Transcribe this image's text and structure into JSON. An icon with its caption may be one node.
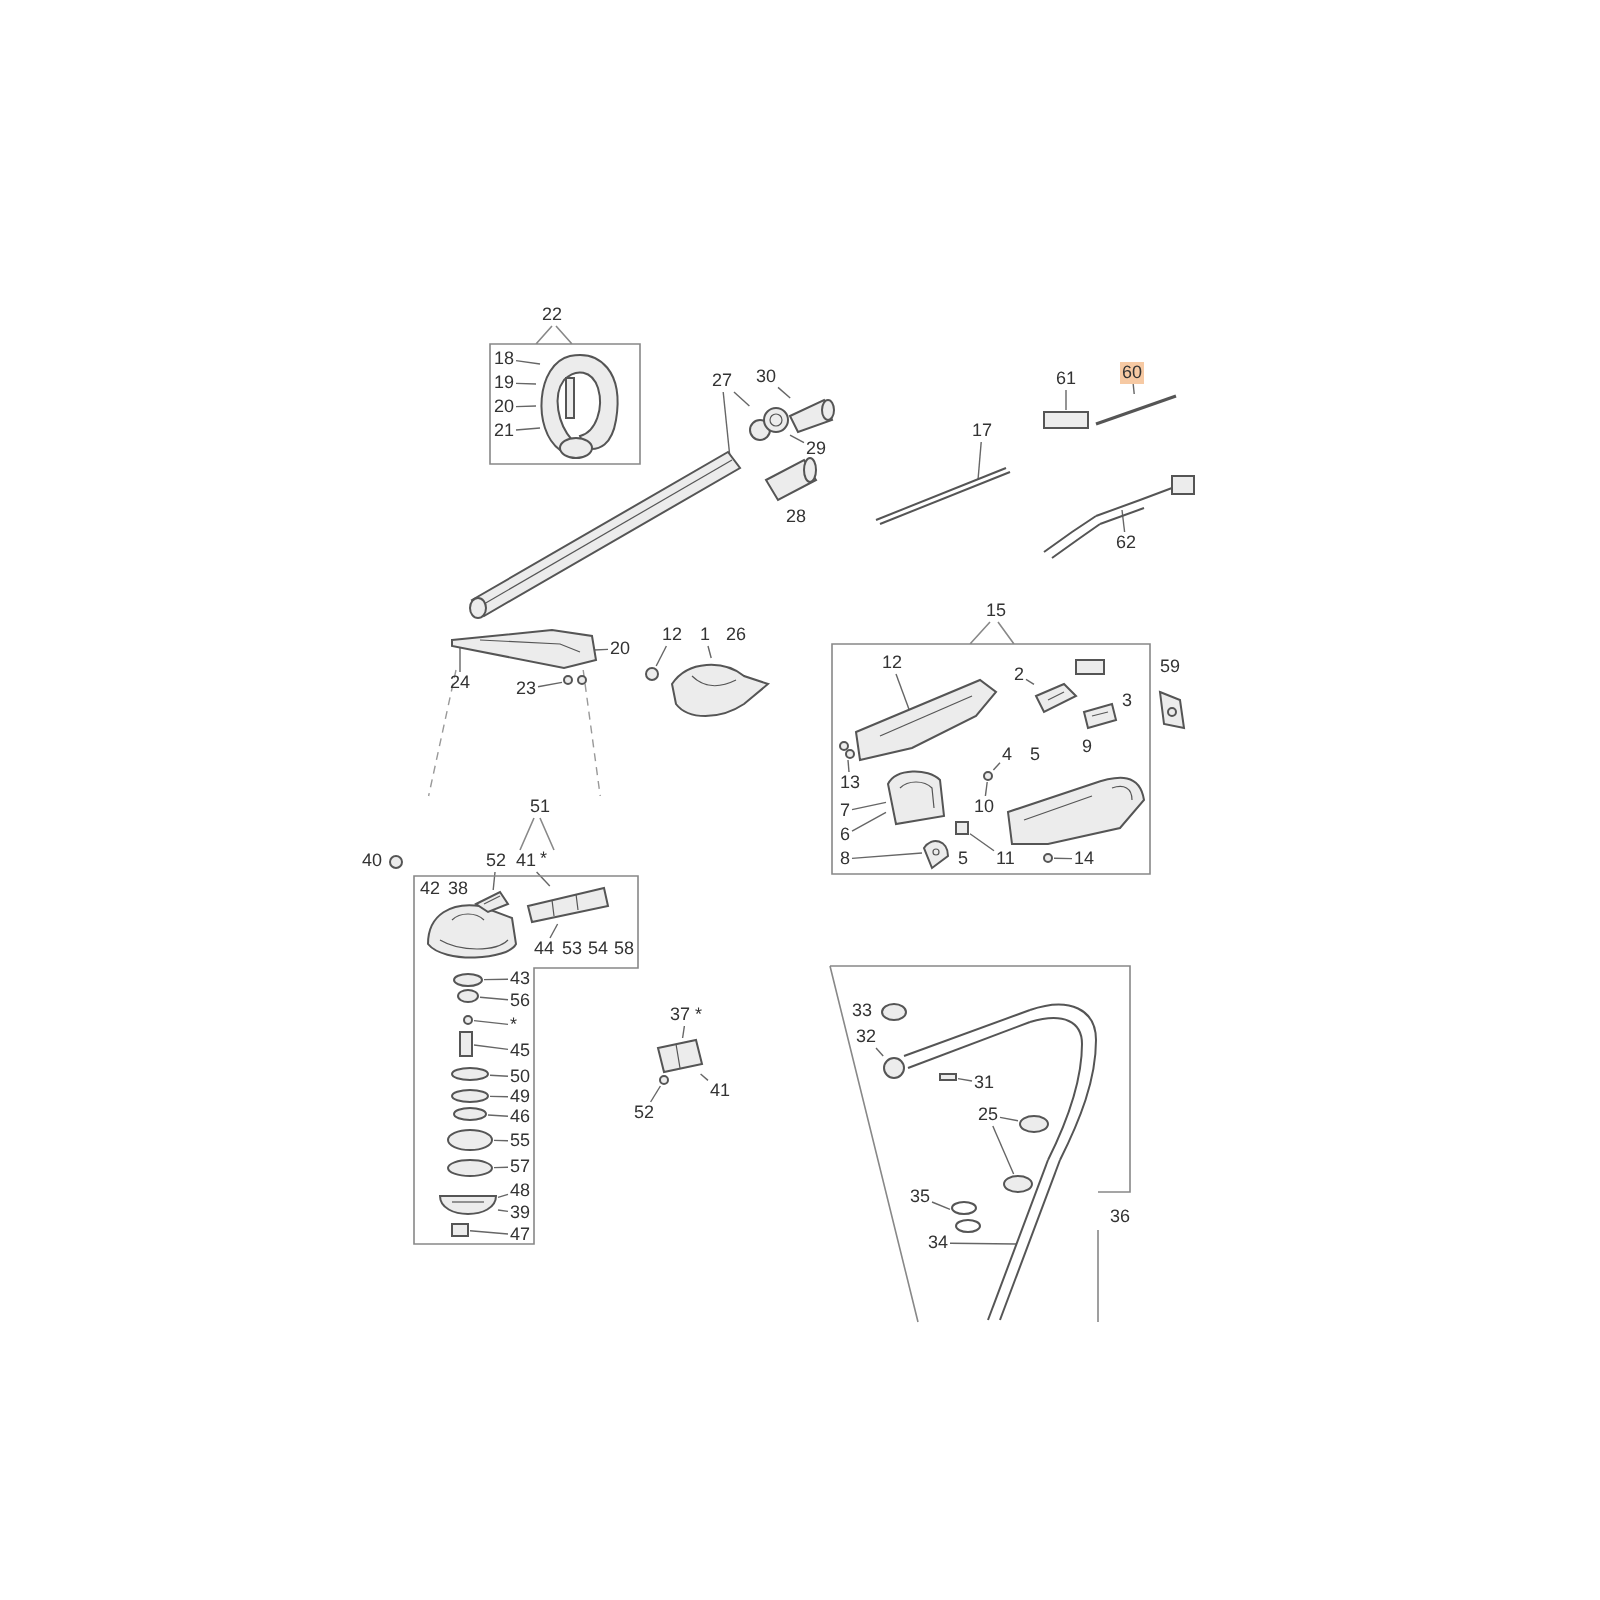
{
  "diagram": {
    "nodes": [
      {
        "text": [
          "22"
        ]
      },
      {
        "text": [
          "18"
        ],
        "in": 0
      },
      {
        "text": [
          "19"
        ],
        "in": 0
      },
      {
        "text": [
          "20"
        ],
        "in": 0
      },
      {
        "text": [
          "21"
        ],
        "in": 0
      },
      {
        "text": [
          "27"
        ]
      },
      {
        "text": [
          "30"
        ]
      },
      {
        "text": [
          "29"
        ]
      },
      {
        "text": [
          "28"
        ]
      },
      {
        "text": [
          "12"
        ]
      },
      {
        "text": [
          "1"
        ]
      },
      {
        "text": [
          "26"
        ]
      },
      {
        "text": [
          "17"
        ]
      },
      {
        "text": [
          "61"
        ]
      },
      {
        "text": [
          "60"
        ]
      },
      {
        "text": [
          "62"
        ]
      },
      {
        "text": [
          "24"
        ]
      },
      {
        "text": [
          "23"
        ]
      },
      {
        "text": [
          "20"
        ]
      },
      {
        "text": [
          "15"
        ]
      },
      {
        "text": [
          "12"
        ],
        "in": 19
      },
      {
        "text": [
          "2"
        ],
        "in": 19
      },
      {
        "text": [
          "3"
        ],
        "in": 19
      },
      {
        "text": [
          "13"
        ],
        "in": 19
      },
      {
        "text": [
          "4"
        ],
        "in": 19
      },
      {
        "text": [
          "5"
        ],
        "in": 19
      },
      {
        "text": [
          "9"
        ],
        "in": 19
      },
      {
        "text": [
          "7"
        ],
        "in": 19
      },
      {
        "text": [
          "10"
        ],
        "in": 19
      },
      {
        "text": [
          "6"
        ],
        "in": 19
      },
      {
        "text": [
          "8"
        ],
        "in": 19
      },
      {
        "text": [
          "5"
        ],
        "in": 19
      },
      {
        "text": [
          "11"
        ],
        "in": 19
      },
      {
        "text": [
          "14"
        ],
        "in": 19
      },
      {
        "text": [
          "59"
        ]
      },
      {
        "text": [
          "40"
        ]
      },
      {
        "text": [
          "51"
        ]
      },
      {
        "text": [
          "42"
        ],
        "in": 36
      },
      {
        "text": [
          "38"
        ],
        "in": 36
      },
      {
        "text": [
          "52"
        ],
        "in": 36
      },
      {
        "text": [
          "41"
        ],
        "in": 36
      },
      {
        "text": [
          "*"
        ],
        "in": 36
      },
      {
        "text": [
          "44"
        ],
        "in": 36
      },
      {
        "text": [
          "53"
        ],
        "in": 36
      },
      {
        "text": [
          "54"
        ],
        "in": 36
      },
      {
        "text": [
          "58"
        ],
        "in": 36
      },
      {
        "text": [
          "43"
        ],
        "in": 36
      },
      {
        "text": [
          "56"
        ],
        "in": 36
      },
      {
        "text": [
          "*"
        ],
        "in": 36
      },
      {
        "text": [
          "45"
        ],
        "in": 36
      },
      {
        "text": [
          "50"
        ],
        "in": 36
      },
      {
        "text": [
          "49"
        ],
        "in": 36
      },
      {
        "text": [
          "46"
        ],
        "in": 36
      },
      {
        "text": [
          "55"
        ],
        "in": 36
      },
      {
        "text": [
          "57"
        ],
        "in": 36
      },
      {
        "text": [
          "48"
        ],
        "in": 36
      },
      {
        "text": [
          "39"
        ],
        "in": 36
      },
      {
        "text": [
          "47"
        ],
        "in": 36
      },
      {
        "text": [
          "37 *"
        ]
      },
      {
        "text": [
          "52"
        ]
      },
      {
        "text": [
          "41"
        ]
      },
      {
        "text": [
          "36"
        ]
      },
      {
        "text": [
          "33"
        ],
        "in": 61
      },
      {
        "text": [
          "32"
        ],
        "in": 61
      },
      {
        "text": [
          "31"
        ],
        "in": 61
      },
      {
        "text": [
          "25"
        ],
        "in": 61
      },
      {
        "text": [
          "35"
        ],
        "in": 61
      },
      {
        "text": [
          "34"
        ],
        "in": 61
      },
      {
        "text": [],
        "shape": "picture",
        "in": 0
      },
      {
        "text": [],
        "shape": "picture"
      },
      {
        "text": [],
        "shape": "picture"
      },
      {
        "text": [],
        "shape": "picture"
      },
      {
        "text": [],
        "shape": "picture"
      },
      {
        "text": [],
        "shape": "circle"
      },
      {
        "text": [],
        "shape": "picture"
      },
      {
        "text": [],
        "shape": "picture"
      },
      {
        "text": [],
        "shape": "picture"
      },
      {
        "text": [],
        "shape": "picture"
      },
      {
        "text": [],
        "shape": "box"
      },
      {
        "text": [],
        "shape": "picture"
      },
      {
        "text": [],
        "shape": "picture"
      },
      {
        "text": [],
        "shape": "picture"
      },
      {
        "text": [],
        "shape": "picture",
        "in": 19
      },
      {
        "text": [],
        "shape": "picture",
        "in": 19
      },
      {
        "text": [],
        "shape": "box",
        "in": 19
      },
      {
        "text": [],
        "shape": "picture",
        "in": 19
      },
      {
        "text": [],
        "shape": "picture",
        "in": 19
      },
      {
        "text": [],
        "shape": "picture",
        "in": 19
      },
      {
        "text": [],
        "shape": "circle",
        "in": 19
      },
      {
        "text": [],
        "shape": "box",
        "in": 19
      },
      {
        "text": [],
        "shape": "picture",
        "in": 19
      },
      {
        "text": [],
        "shape": "circle",
        "in": 19
      },
      {
        "text": [],
        "shape": "picture",
        "in": 19
      },
      {
        "text": [],
        "shape": "picture"
      },
      {
        "text": [],
        "shape": "circle"
      },
      {
        "text": [],
        "shape": "picture",
        "in": 36
      },
      {
        "text": [],
        "shape": "picture",
        "in": 36
      },
      {
        "text": [],
        "shape": "picture",
        "in": 36
      },
      {
        "text": [],
        "shape": "circle",
        "in": 36
      },
      {
        "text": [],
        "shape": "circle",
        "in": 36
      },
      {
        "text": [],
        "shape": "circle",
        "in": 36
      },
      {
        "text": [],
        "shape": "box",
        "in": 36
      },
      {
        "text": [],
        "shape": "circle",
        "in": 36
      },
      {
        "text": [],
        "shape": "circle",
        "in": 36
      },
      {
        "text": [],
        "shape": "circle",
        "in": 36
      },
      {
        "text": [],
        "shape": "circle",
        "in": 36
      },
      {
        "text": [],
        "shape": "circle",
        "in": 36
      },
      {
        "text": [],
        "shape": "picture",
        "in": 36
      },
      {
        "text": [],
        "shape": "box",
        "in": 36
      },
      {
        "text": [],
        "shape": "picture"
      },
      {
        "text": [],
        "shape": "circle"
      },
      {
        "text": [],
        "shape": "circle",
        "in": 61
      },
      {
        "text": [],
        "shape": "circle",
        "in": 61
      },
      {
        "text": [],
        "shape": "picture",
        "in": 61
      },
      {
        "text": [],
        "shape": "picture",
        "in": 61
      },
      {
        "text": [],
        "shape": "picture",
        "in": 61
      },
      {
        "text": [],
        "shape": "box",
        "in": 61
      },
      {
        "text": [],
        "shape": "circle",
        "in": 61
      },
      {
        "text": [],
        "shape": "circle",
        "in": 115
      },
      {
        "text": [],
        "shape": "picture",
        "in": 61
      }
    ],
    "edges": [
      {
        "from": 1,
        "to": 68,
        "arrow": "none"
      },
      {
        "from": 2,
        "to": 68,
        "arrow": "none"
      },
      {
        "from": 3,
        "to": 68,
        "arrow": "none"
      },
      {
        "from": 4,
        "to": 68,
        "arrow": "none"
      },
      {
        "from": 5,
        "to": 69,
        "arrow": "none"
      },
      {
        "from": 5,
        "to": 70,
        "arrow": "none"
      },
      {
        "from": 6,
        "to": 71,
        "arrow": "none"
      },
      {
        "from": 7,
        "to": 70,
        "arrow": "none"
      },
      {
        "from": 9,
        "to": 73,
        "arrow": "none"
      },
      {
        "from": 10,
        "to": 74,
        "arrow": "none"
      },
      {
        "from": 12,
        "to": 77,
        "arrow": "none"
      },
      {
        "from": 13,
        "to": 78,
        "arrow": "none"
      },
      {
        "from": 14,
        "to": 79,
        "arrow": "none"
      },
      {
        "from": 15,
        "to": 81,
        "arrow": "none"
      },
      {
        "from": 16,
        "to": 75,
        "arrow": "none"
      },
      {
        "from": 17,
        "to": 76,
        "arrow": "none"
      },
      {
        "from": 18,
        "to": 75,
        "arrow": "none"
      },
      {
        "from": 20,
        "to": 82,
        "arrow": "none"
      },
      {
        "from": 21,
        "to": 83,
        "arrow": "none"
      },
      {
        "from": 23,
        "to": 92,
        "arrow": "none"
      },
      {
        "from": 24,
        "to": 88,
        "arrow": "none"
      },
      {
        "from": 27,
        "to": 86,
        "arrow": "none"
      },
      {
        "from": 29,
        "to": 86,
        "arrow": "none"
      },
      {
        "from": 30,
        "to": 87,
        "arrow": "none"
      },
      {
        "from": 28,
        "to": 88,
        "arrow": "none"
      },
      {
        "from": 32,
        "to": 89,
        "arrow": "none"
      },
      {
        "from": 33,
        "to": 91,
        "arrow": "none"
      },
      {
        "from": 39,
        "to": 96,
        "arrow": "none"
      },
      {
        "from": 40,
        "to": 97,
        "arrow": "none"
      },
      {
        "from": 42,
        "to": 97,
        "arrow": "none"
      },
      {
        "from": 46,
        "to": 98,
        "arrow": "none"
      },
      {
        "from": 47,
        "to": 99,
        "arrow": "none"
      },
      {
        "from": 48,
        "to": 100,
        "arrow": "none"
      },
      {
        "from": 49,
        "to": 101,
        "arrow": "none"
      },
      {
        "from": 50,
        "to": 102,
        "arrow": "none"
      },
      {
        "from": 51,
        "to": 103,
        "arrow": "none"
      },
      {
        "from": 52,
        "to": 104,
        "arrow": "none"
      },
      {
        "from": 53,
        "to": 105,
        "arrow": "none"
      },
      {
        "from": 54,
        "to": 106,
        "arrow": "none"
      },
      {
        "from": 55,
        "to": 107,
        "arrow": "none"
      },
      {
        "from": 56,
        "to": 107,
        "arrow": "none"
      },
      {
        "from": 57,
        "to": 108,
        "arrow": "none"
      },
      {
        "from": 58,
        "to": 109,
        "arrow": "none"
      },
      {
        "from": 59,
        "to": 110,
        "arrow": "none"
      },
      {
        "from": 60,
        "to": 109,
        "arrow": "none"
      },
      {
        "from": 63,
        "to": 112,
        "arrow": "none"
      },
      {
        "from": 64,
        "to": 116,
        "arrow": "none"
      },
      {
        "from": 65,
        "to": 117,
        "arrow": "none"
      },
      {
        "from": 65,
        "to": 118,
        "arrow": "none"
      },
      {
        "from": 66,
        "to": 119,
        "arrow": "none"
      },
      {
        "from": 67,
        "to": 115,
        "arrow": "none"
      },
      {
        "from": 75,
        "to": 36,
        "arrow": "none",
        "style": "dashed"
      },
      {
        "from": 75,
        "to": 36,
        "arrow": "none",
        "style": "dashed"
      }
    ]
  }
}
